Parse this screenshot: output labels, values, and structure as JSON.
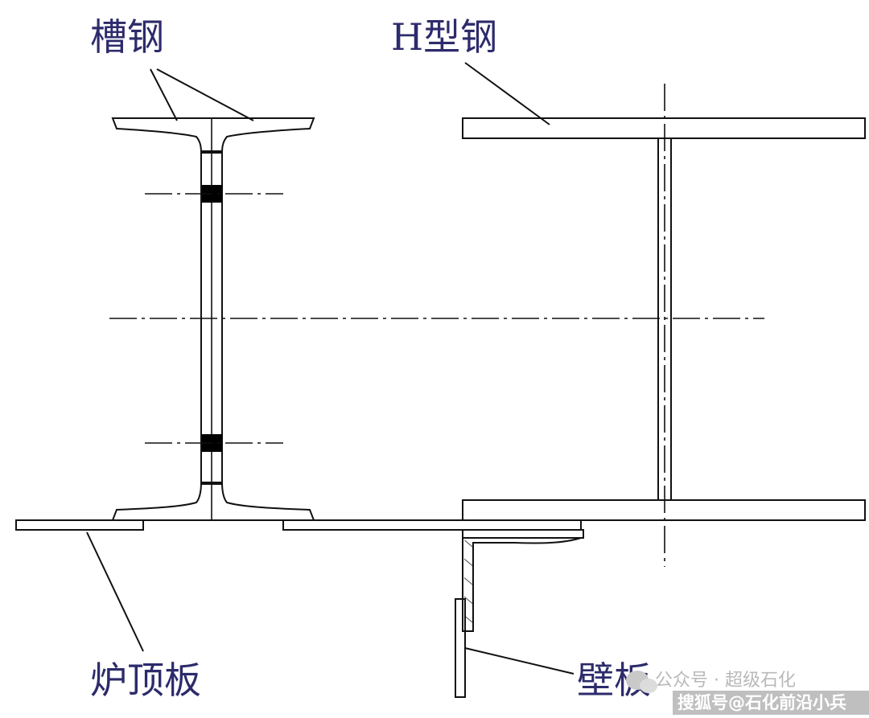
{
  "labels": {
    "channel_steel": "槽钢",
    "h_beam": "H型钢",
    "roof_plate": "炉顶板",
    "wall_plate": "壁板"
  },
  "watermark": {
    "wechat": "公众号 · 超级石化",
    "sohu": "搜狐号@石化前沿小兵"
  },
  "colors": {
    "label": "#2d2b6b",
    "line": "#111111",
    "bolt": "#000000",
    "watermark": "#b9b9b9"
  },
  "icons": {
    "watermark_logo": "wechat-logo-icon"
  }
}
